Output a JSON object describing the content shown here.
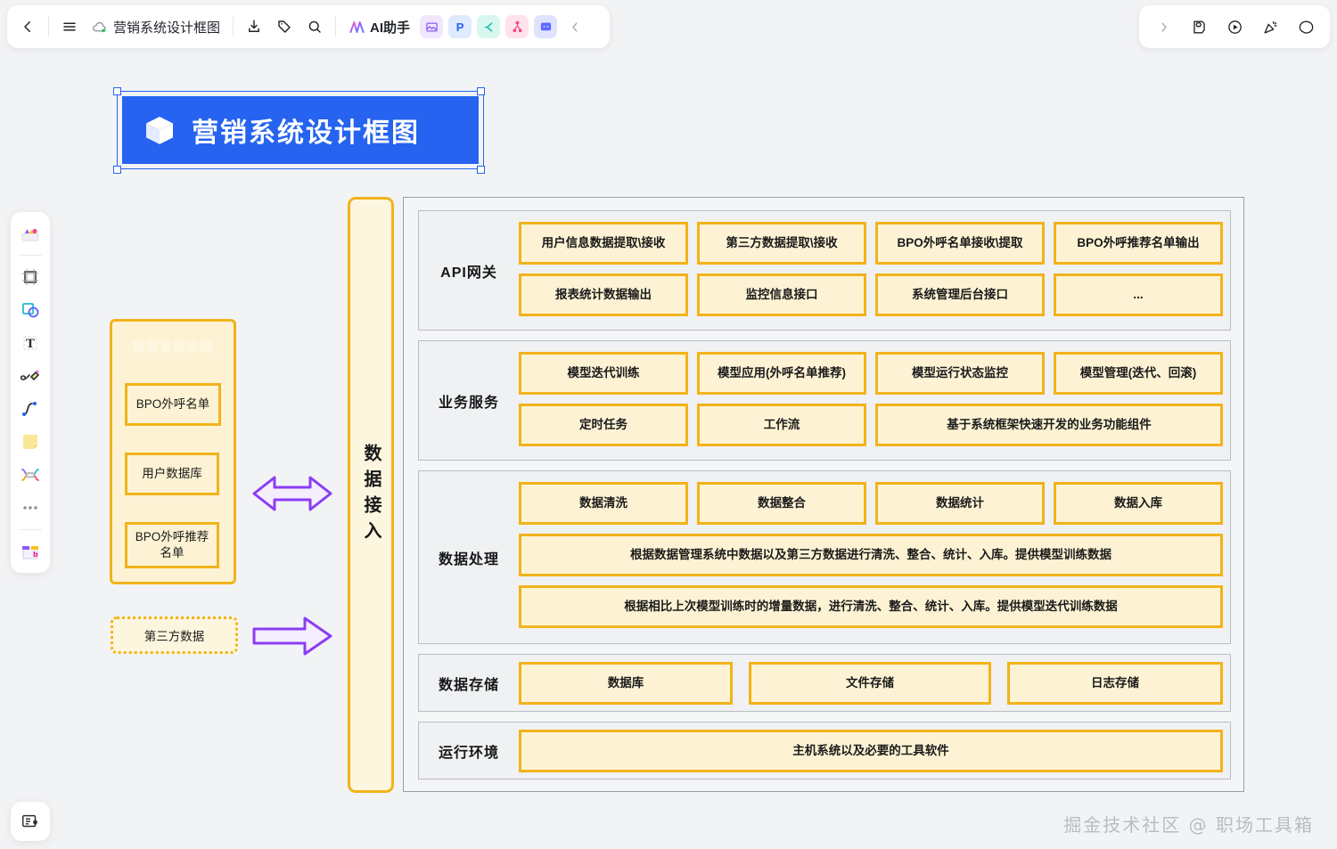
{
  "app": {
    "background_color": "#f2f3f5",
    "accent_color": "#2563f0",
    "diagram_border_color": "#f2b31a",
    "diagram_fill_color": "#fdf3d4",
    "arrow_color": "#8b3cf5"
  },
  "toolbar": {
    "back_label": "‹",
    "menu_label": "☰",
    "doc_title": "营销系统设计框图",
    "download_label": "download-icon",
    "tag_label": "tag-icon",
    "search_label": "search-icon",
    "ai_label": "AI助手",
    "apps": [
      {
        "name": "image-app",
        "glyph": "◩",
        "bg": "#efe6ff",
        "fg": "#8b5cf6"
      },
      {
        "name": "ppt-app",
        "glyph": "P",
        "bg": "#deebff",
        "fg": "#2563f0"
      },
      {
        "name": "mindmap-app",
        "glyph": "C",
        "bg": "#d7f7ef",
        "fg": "#06b6a4"
      },
      {
        "name": "flow-app",
        "glyph": "⑂",
        "bg": "#ffe3ec",
        "fg": "#f5497c"
      },
      {
        "name": "board-app",
        "glyph": "▣",
        "bg": "#e0e3ff",
        "fg": "#5f6bff"
      }
    ],
    "collapse_label": "‹"
  },
  "toolbar_right": {
    "expand_label": "›",
    "items": [
      {
        "name": "lock-doc-icon"
      },
      {
        "name": "play-circle-icon"
      },
      {
        "name": "celebrate-icon"
      },
      {
        "name": "comment-icon"
      }
    ]
  },
  "rail": {
    "items": [
      {
        "name": "templates-icon",
        "label": "模板"
      },
      {
        "name": "frame-icon",
        "label": "画框"
      },
      {
        "name": "shape-icon",
        "label": "形状"
      },
      {
        "name": "text-icon",
        "label": "文字"
      },
      {
        "name": "pen-icon",
        "label": "画笔"
      },
      {
        "name": "curve-icon",
        "label": "连线"
      },
      {
        "name": "sticky-note-icon",
        "label": "便签"
      },
      {
        "name": "mindmap-icon",
        "label": "思维导图"
      },
      {
        "name": "more-icon",
        "label": "更多"
      },
      {
        "name": "resources-icon",
        "label": "素材"
      }
    ],
    "bottom_item": {
      "name": "presentation-icon",
      "label": "演示"
    }
  },
  "banner": {
    "icon": "cube-icon",
    "title": "营销系统设计框图",
    "selected": true
  },
  "diagram": {
    "left_group": {
      "title": "数据管理系统",
      "boxes": [
        "BPO外呼名单",
        "用户数据库",
        "BPO外呼推荐名单"
      ]
    },
    "third_party": "第三方数据",
    "arrows": [
      {
        "name": "bidirectional-arrow",
        "type": "double"
      },
      {
        "name": "unidirectional-arrow",
        "type": "single"
      }
    ],
    "ingest_bar": "数据接入",
    "sections": [
      {
        "label": "API网关",
        "rows": [
          [
            "用户信息数据提取\\接收",
            "第三方数据提取\\接收",
            "BPO外呼名单接收\\提取",
            "BPO外呼推荐名单输出"
          ],
          [
            "报表统计数据输出",
            "监控信息接口",
            "系统管理后台接口",
            "..."
          ]
        ]
      },
      {
        "label": "业务服务",
        "rows": [
          [
            "模型迭代训练",
            "模型应用(外呼名单推荐)",
            "模型运行状态监控",
            "模型管理(迭代、回滚)"
          ],
          [
            "定时任务",
            "工作流",
            "基于系统框架快速开发的业务功能组件"
          ]
        ]
      },
      {
        "label": "数据处理",
        "rows": [
          [
            "数据清洗",
            "数据整合",
            "数据统计",
            "数据入库"
          ],
          [
            "根据数据管理系统中数据以及第三方数据进行清洗、整合、统计、入库。提供模型训练数据"
          ],
          [
            "根据相比上次模型训练时的增量数据，进行清洗、整合、统计、入库。提供模型迭代训练数据"
          ]
        ]
      },
      {
        "label": "数据存储",
        "rows": [
          [
            "数据库",
            "文件存储",
            "日志存储"
          ]
        ]
      },
      {
        "label": "运行环境",
        "rows": [
          [
            "主机系统以及必要的工具软件"
          ]
        ]
      }
    ]
  },
  "watermark": "掘金技术社区 @ 职场工具箱"
}
